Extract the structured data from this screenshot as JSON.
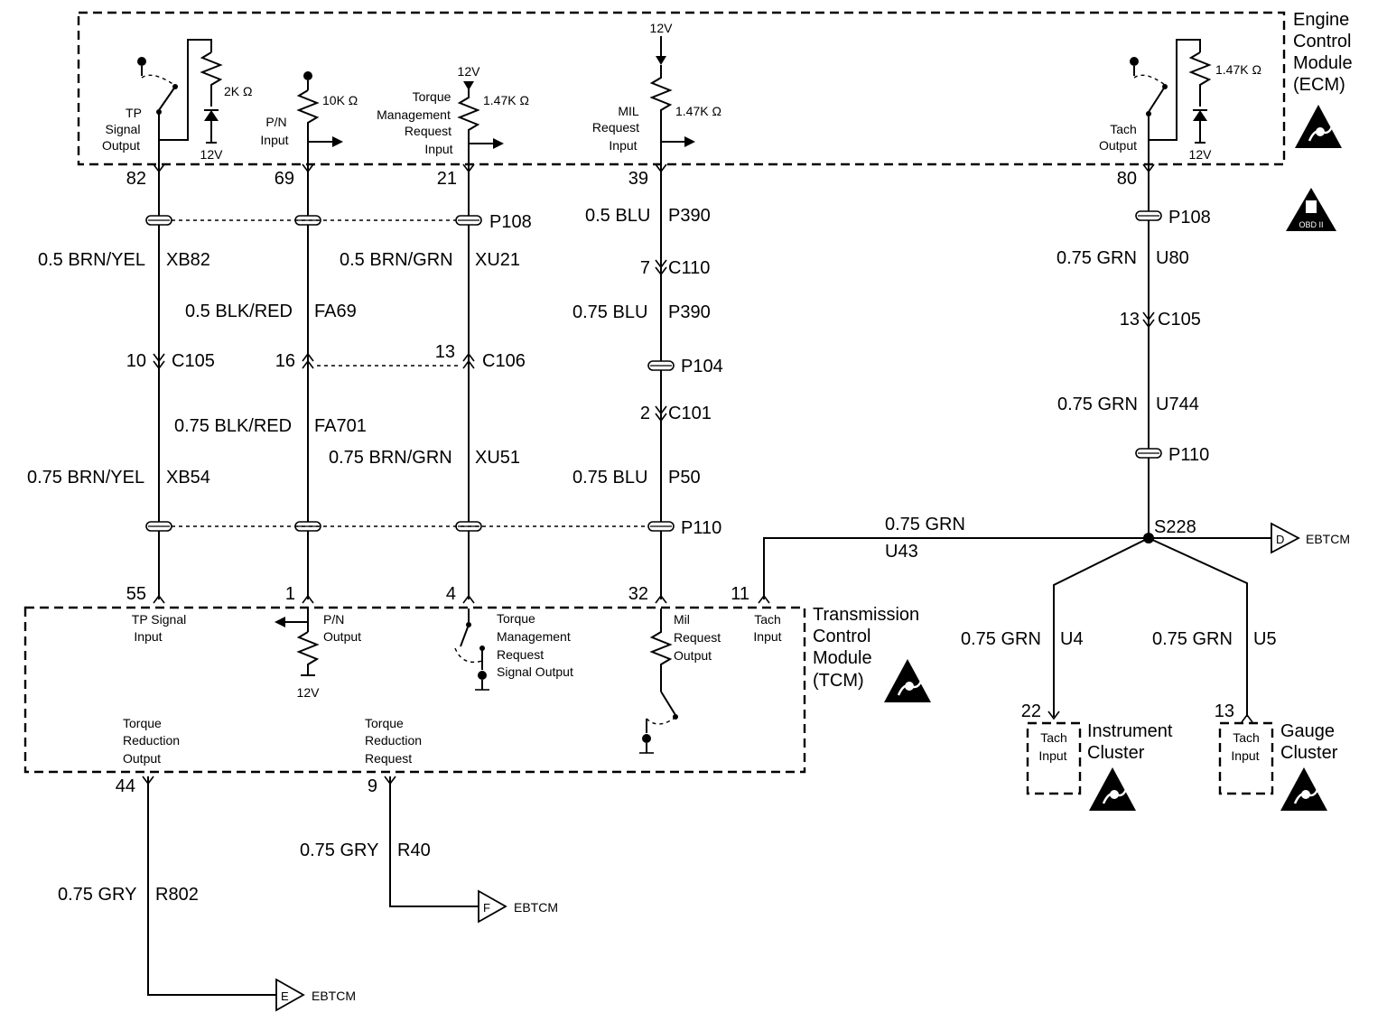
{
  "modules": {
    "ecm": [
      "Engine",
      "Control",
      "Module",
      "(ECM)"
    ],
    "tcm": [
      "Transmission",
      "Control",
      "Module",
      "(TCM)"
    ],
    "ic": [
      "Instrument",
      "Cluster"
    ],
    "gc": [
      "Gauge",
      "Cluster"
    ],
    "obd": "OBD II"
  },
  "ecm_circuits": {
    "tp": {
      "label": [
        "TP",
        "Signal",
        "Output"
      ],
      "res": "2K Ω",
      "volt": "12V",
      "pin": "82"
    },
    "pn": {
      "label": [
        "P/N",
        "Input"
      ],
      "res": "10K Ω",
      "pin": "69"
    },
    "tm": {
      "label": [
        "Torque",
        "Management",
        "Request",
        "Input"
      ],
      "res": "1.47K Ω",
      "volt": "12V",
      "pin": "21"
    },
    "mil": {
      "label": [
        "MIL",
        "Request",
        "Input"
      ],
      "res": "1.47K Ω",
      "volt": "12V",
      "pin": "39"
    },
    "tach": {
      "label": [
        "Tach",
        "Output"
      ],
      "res": "1.47K Ω",
      "volt": "12V",
      "pin": "80"
    }
  },
  "tcm_circuits": {
    "tp": {
      "label": [
        "TP Signal",
        "Input"
      ],
      "pin": "55"
    },
    "pn": {
      "label": [
        "P/N",
        "Output"
      ],
      "volt": "12V",
      "pin": "1"
    },
    "tm": {
      "label": [
        "Torque",
        "Management",
        "Request",
        "Signal Output"
      ],
      "pin": "4"
    },
    "mil": {
      "label": [
        "Mil",
        "Request",
        "Output"
      ],
      "pin": "32"
    },
    "tach": {
      "label": [
        "Tach",
        "Input"
      ],
      "pin": "11"
    },
    "tro": {
      "label": [
        "Torque",
        "Reduction",
        "Output"
      ],
      "pin": "44"
    },
    "trr": {
      "label": [
        "Torque",
        "Reduction",
        "Request"
      ],
      "pin": "9"
    }
  },
  "wires": {
    "xb82": {
      "size": "0.5 BRN/YEL",
      "id": "XB82"
    },
    "xb54": {
      "size": "0.75 BRN/YEL",
      "id": "XB54"
    },
    "fa69": {
      "size": "0.5 BLK/RED",
      "id": "FA69"
    },
    "fa701": {
      "size": "0.75 BLK/RED",
      "id": "FA701"
    },
    "xu21": {
      "size": "0.5 BRN/GRN",
      "id": "XU21"
    },
    "xu51": {
      "size": "0.75 BRN/GRN",
      "id": "XU51"
    },
    "p390a": {
      "size": "0.5 BLU",
      "id": "P390"
    },
    "p390b": {
      "size": "0.75 BLU",
      "id": "P390"
    },
    "p50": {
      "size": "0.75 BLU",
      "id": "P50"
    },
    "u80": {
      "size": "0.75 GRN",
      "id": "U80"
    },
    "u744": {
      "size": "0.75 GRN",
      "id": "U744"
    },
    "u43": {
      "size": "0.75 GRN",
      "id": "U43"
    },
    "u4": {
      "size": "0.75 GRN",
      "id": "U4"
    },
    "u5": {
      "size": "0.75 GRN",
      "id": "U5"
    },
    "r40": {
      "size": "0.75 GRY",
      "id": "R40"
    },
    "r802": {
      "size": "0.75 GRY",
      "id": "R802"
    }
  },
  "connectors": {
    "c105_tp": {
      "pin": "10",
      "name": "C105"
    },
    "c105_pn": {
      "pin": "16"
    },
    "c106": {
      "pin": "13",
      "name": "C106"
    },
    "c110": {
      "pin": "7",
      "name": "C110"
    },
    "c101": {
      "pin": "2",
      "name": "C101"
    },
    "c105_tach": {
      "pin": "13",
      "name": "C105"
    }
  },
  "splices": {
    "p108a": "P108",
    "p108b": "P108",
    "p104": "P104",
    "p110a": "P110",
    "p110b": "P110",
    "s228": "S228"
  },
  "destinations": {
    "d": {
      "letter": "D",
      "name": "EBTCM"
    },
    "e": {
      "letter": "E",
      "name": "EBTCM"
    },
    "f": {
      "letter": "F",
      "name": "EBTCM"
    }
  },
  "clusters": {
    "ic": {
      "pin": "22",
      "label": [
        "Tach",
        "Input"
      ]
    },
    "gc": {
      "pin": "13",
      "label": [
        "Tach",
        "Input"
      ]
    }
  }
}
